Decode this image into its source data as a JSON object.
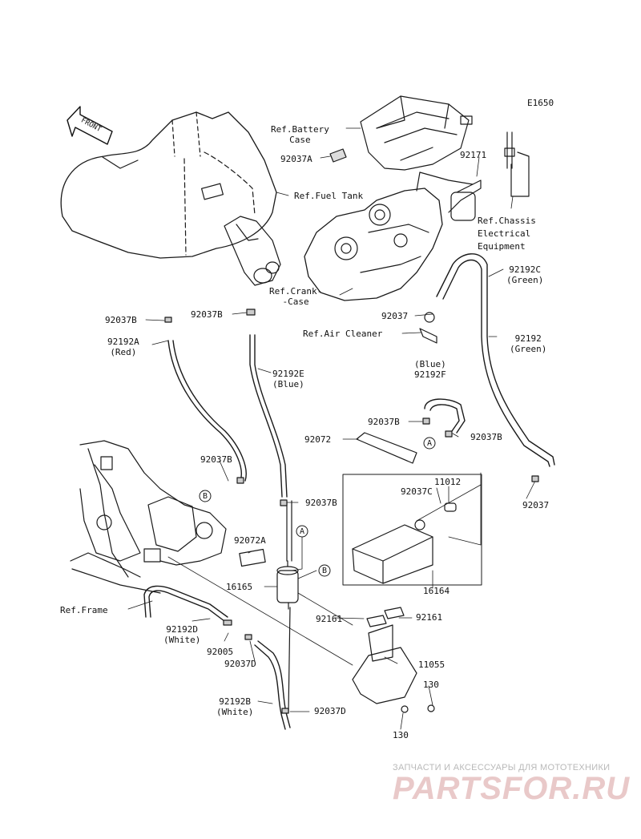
{
  "diagram_code": "E1650",
  "front_arrow": "FRONT",
  "refs": {
    "battery_case": "Ref.Battery\nCase",
    "fuel_tank": "Ref.Fuel Tank",
    "chassis_electrical": "Ref.Chassis\nElectrical\nEquipment",
    "crank_case": "Ref.Crank-\n-Case",
    "air_cleaner": "Ref.Air Cleaner",
    "frame": "Ref.Frame"
  },
  "parts": {
    "p92037A": "92037A",
    "p92171": "92171",
    "p92192C": "92192C\n(Green)",
    "p92037_a": "92037",
    "p92192": "92192\n(Green)",
    "p92037B_1": "92037B",
    "p92192A": "92192A\n(Red)",
    "p92037B_2": "92037B",
    "p92192E": "92192E\n(Blue)",
    "p92192F": "(Blue)\n92192F",
    "p92037B_3": "92037B",
    "p92072": "92072",
    "p92037B_4": "92037B",
    "p92037B_5": "92037B",
    "p92037_b": "92037",
    "p11012": "11012",
    "p92037C": "92037C",
    "p92037B_6": "92037B",
    "p92072A": "92072A",
    "p16165": "16165",
    "p16164": "16164",
    "p92161_1": "92161",
    "p92161_2": "92161",
    "p92192D": "92192D\n(White)",
    "p92005": "92005",
    "p92037D_1": "92037D",
    "p11055": "11055",
    "p130_1": "130",
    "p92192B": "92192B\n(White)",
    "p92037D_2": "92037D",
    "p130_2": "130"
  },
  "callouts": {
    "a1": "A",
    "a2": "A",
    "b1": "B",
    "b2": "B"
  },
  "watermark": {
    "line1": "ЗАПЧАСТИ И АКСЕССУАРЫ ДЛЯ МОТОТЕХНИКИ",
    "line2": "PARTSFOR.RU"
  }
}
